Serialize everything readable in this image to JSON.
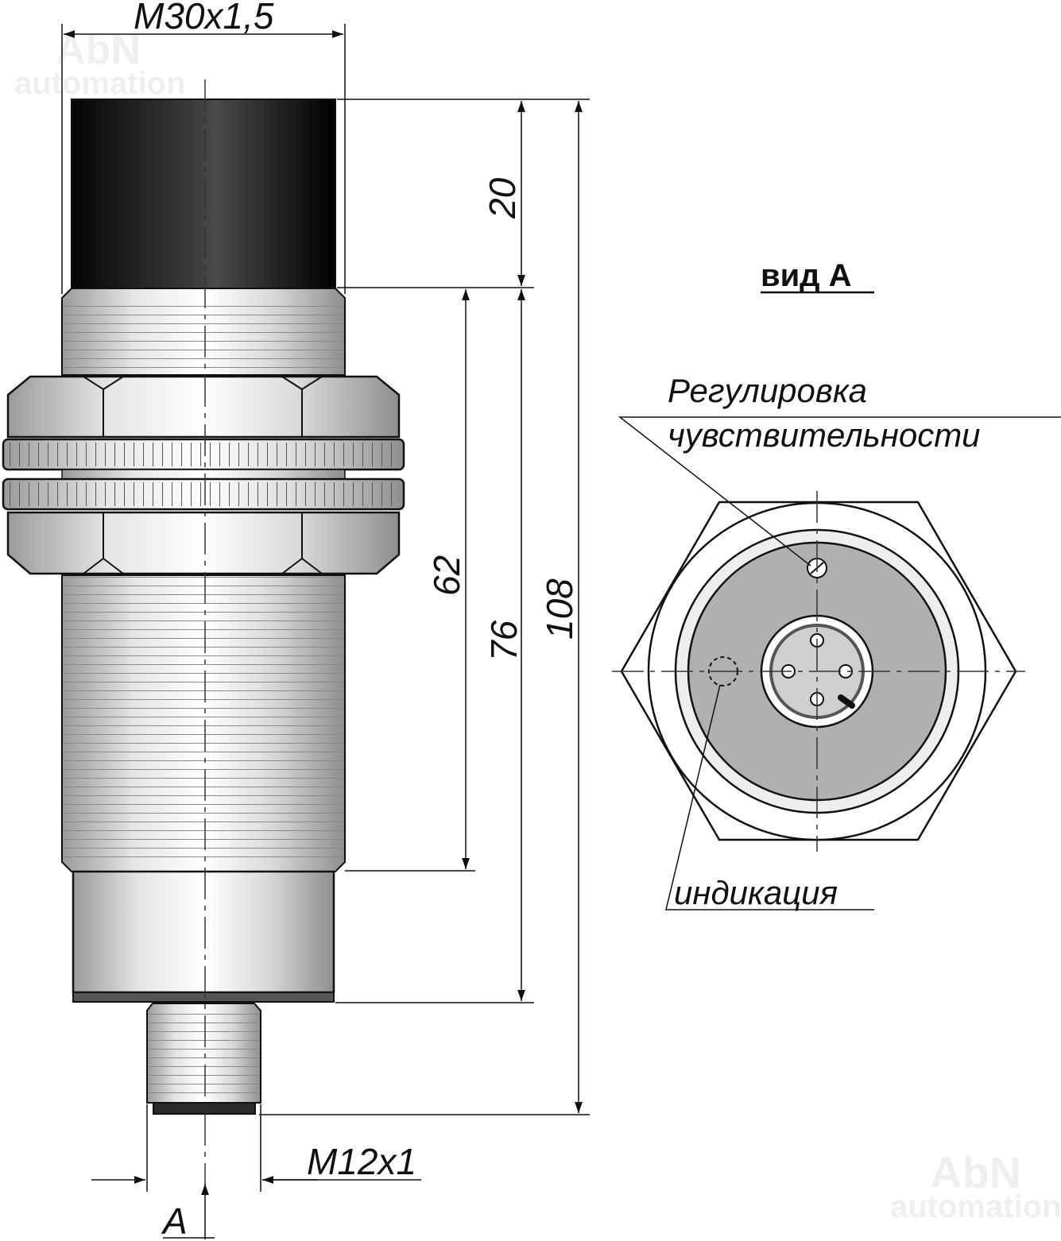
{
  "watermarks": {
    "top_brand": "AbN",
    "top_sub": "automation",
    "bottom_brand": "AbN",
    "bottom_sub": "automation"
  },
  "dimensions": {
    "thread_main": "M30x1,5",
    "len_sensing_face": "20",
    "len_thread": "62",
    "len_to_connector": "76",
    "len_total": "108",
    "thread_connector": "M12x1",
    "view_marker": "A"
  },
  "view_a": {
    "title": "вид А",
    "label_adjust_line1": "Регулировка",
    "label_adjust_line2": "чувствительности",
    "label_indication": "индикация"
  },
  "colors": {
    "line": "#111111",
    "metal_light": "#f2f2f2",
    "metal_mid": "#bdbdbd",
    "sensing_face": "#0d0d0d",
    "face_gray": "#b0b0b0"
  }
}
